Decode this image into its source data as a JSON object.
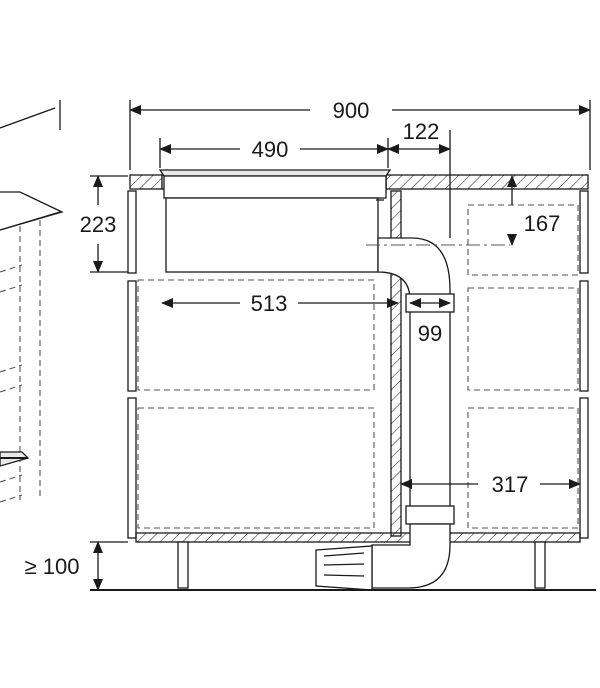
{
  "dimensions": {
    "total_width": "900",
    "hob_width": "490",
    "duct_offset": "122",
    "hob_height": "223",
    "axis_height": "167",
    "unit_depth": "513",
    "duct_diameter": "99",
    "duct_distance": "317",
    "plinth_height": "≥ 100"
  }
}
